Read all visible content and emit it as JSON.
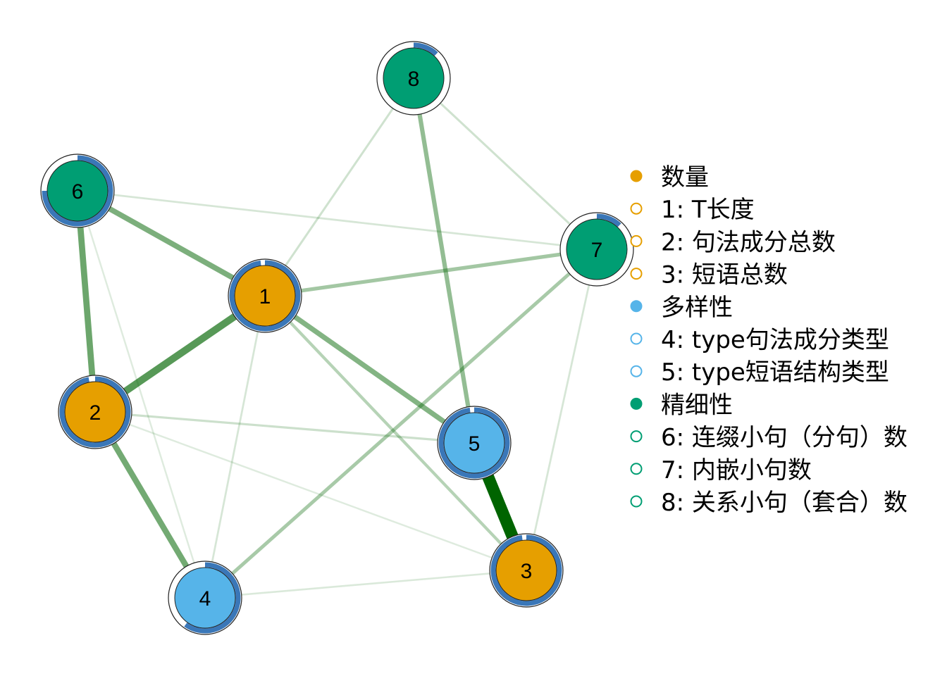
{
  "groups": [
    {
      "name": "数量",
      "color": "#E69F00"
    },
    {
      "name": "多样性",
      "color": "#56B4E9"
    },
    {
      "name": "精细性",
      "color": "#009E73"
    }
  ],
  "legend": [
    {
      "text": "数量",
      "kind": "group",
      "color": "#E69F00"
    },
    {
      "text": "1: T长度",
      "kind": "item",
      "color": "#E69F00"
    },
    {
      "text": "2: 句法成分总数",
      "kind": "item",
      "color": "#E69F00"
    },
    {
      "text": "3: 短语总数",
      "kind": "item",
      "color": "#E69F00"
    },
    {
      "text": "多样性",
      "kind": "group",
      "color": "#56B4E9"
    },
    {
      "text": "4: type句法成分类型",
      "kind": "item",
      "color": "#56B4E9"
    },
    {
      "text": "5: type短语结构类型",
      "kind": "item",
      "color": "#56B4E9"
    },
    {
      "text": "精细性",
      "kind": "group",
      "color": "#009E73"
    },
    {
      "text": "6: 连缀小句（分句）数",
      "kind": "item",
      "color": "#009E73"
    },
    {
      "text": "7: 内嵌小句数",
      "kind": "item",
      "color": "#009E73"
    },
    {
      "text": "8: 关系小句（套合）数",
      "kind": "item",
      "color": "#009E73"
    }
  ],
  "nodes": [
    {
      "id": "1",
      "group": "数量",
      "pie": 0.98
    },
    {
      "id": "2",
      "group": "数量",
      "pie": 0.97
    },
    {
      "id": "3",
      "group": "数量",
      "pie": 0.98
    },
    {
      "id": "4",
      "group": "多样性",
      "pie": 0.6
    },
    {
      "id": "5",
      "group": "多样性",
      "pie": 0.98
    },
    {
      "id": "6",
      "group": "精细性",
      "pie": 0.75
    },
    {
      "id": "7",
      "group": "精细性",
      "pie": 0.12
    },
    {
      "id": "8",
      "group": "精细性",
      "pie": 0.12
    }
  ],
  "edges": [
    {
      "from": "3",
      "to": "5",
      "weight": 1.0
    },
    {
      "from": "1",
      "to": "2",
      "weight": 0.55
    },
    {
      "from": "2",
      "to": "6",
      "weight": 0.45
    },
    {
      "from": "2",
      "to": "4",
      "weight": 0.42
    },
    {
      "from": "1",
      "to": "6",
      "weight": 0.38
    },
    {
      "from": "1",
      "to": "5",
      "weight": 0.35
    },
    {
      "from": "5",
      "to": "8",
      "weight": 0.28
    },
    {
      "from": "1",
      "to": "7",
      "weight": 0.22
    },
    {
      "from": "4",
      "to": "7",
      "weight": 0.2
    },
    {
      "from": "1",
      "to": "3",
      "weight": 0.15
    },
    {
      "from": "2",
      "to": "5",
      "weight": 0.08
    },
    {
      "from": "1",
      "to": "8",
      "weight": 0.07
    },
    {
      "from": "7",
      "to": "8",
      "weight": 0.07
    },
    {
      "from": "6",
      "to": "7",
      "weight": 0.05
    },
    {
      "from": "1",
      "to": "4",
      "weight": 0.05
    },
    {
      "from": "3",
      "to": "7",
      "weight": 0.05
    },
    {
      "from": "3",
      "to": "4",
      "weight": 0.04
    },
    {
      "from": "4",
      "to": "6",
      "weight": 0.03
    },
    {
      "from": "2",
      "to": "3",
      "weight": 0.03
    }
  ],
  "colors": {
    "edge_positive": "#006400",
    "pie_ring": "#3A77B8",
    "background": "#ffffff"
  }
}
